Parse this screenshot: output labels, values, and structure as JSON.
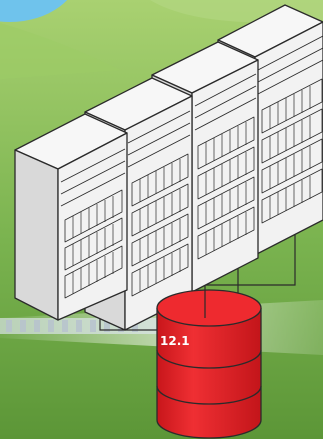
{
  "colors": {
    "sky": "#6fc3ec",
    "grass_light": "#a8cf70",
    "grass_mid": "#7fb553",
    "grass_dark": "#5f9a3a",
    "rack_front": "#f2f2f2",
    "rack_side": "#d9d9d9",
    "rack_top": "#f7f7f7",
    "outline": "#2b2b2b",
    "db_red": "#e8262b",
    "db_red_dark": "#b81418",
    "db_label": "#ffffff"
  },
  "database": {
    "label": "12.1",
    "icon": "database-cylinder-icon"
  },
  "servers": [
    {
      "name": "server-rack-1",
      "icon": "server-rack-icon"
    },
    {
      "name": "server-rack-2",
      "icon": "server-rack-icon"
    },
    {
      "name": "server-rack-3",
      "icon": "server-rack-icon"
    },
    {
      "name": "server-rack-4",
      "icon": "server-rack-icon"
    }
  ]
}
